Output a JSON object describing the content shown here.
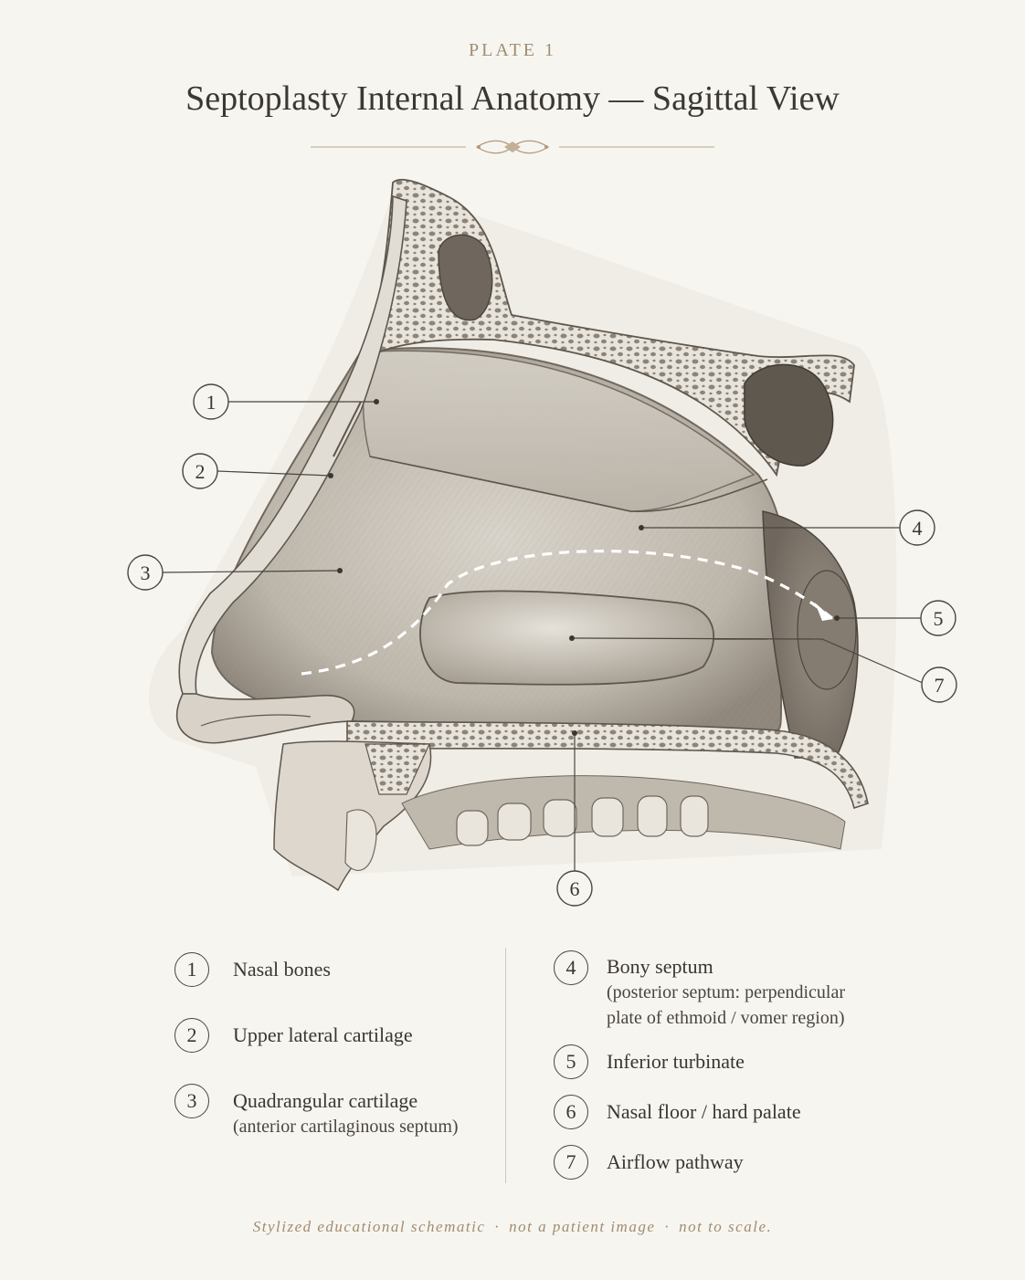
{
  "header": {
    "plate": "PLATE 1",
    "title": "Septoplasty Internal Anatomy — Sagittal View"
  },
  "callouts": [
    "1",
    "2",
    "3",
    "4",
    "5",
    "6",
    "7"
  ],
  "legend": [
    {
      "num": "1",
      "label": "Nasal bones",
      "sub": ""
    },
    {
      "num": "2",
      "label": "Upper lateral cartilage",
      "sub": ""
    },
    {
      "num": "3",
      "label": "Quadrangular cartilage",
      "sub": "(anterior cartilaginous septum)"
    },
    {
      "num": "4",
      "label": "Bony septum",
      "sub": "(posterior septum: perpendicular plate of ethmoid / vomer region)"
    },
    {
      "num": "5",
      "label": "Inferior turbinate",
      "sub": ""
    },
    {
      "num": "6",
      "label": "Nasal floor / hard palate",
      "sub": ""
    },
    {
      "num": "7",
      "label": "Airflow pathway",
      "sub": ""
    }
  ],
  "footer": {
    "part1": "Stylized educational schematic",
    "part2": "not a patient image",
    "part3": "not to scale.",
    "sep": "·"
  },
  "colors": {
    "background": "#f7f5f0",
    "accent": "#a08c70",
    "ink": "#3a3632"
  }
}
